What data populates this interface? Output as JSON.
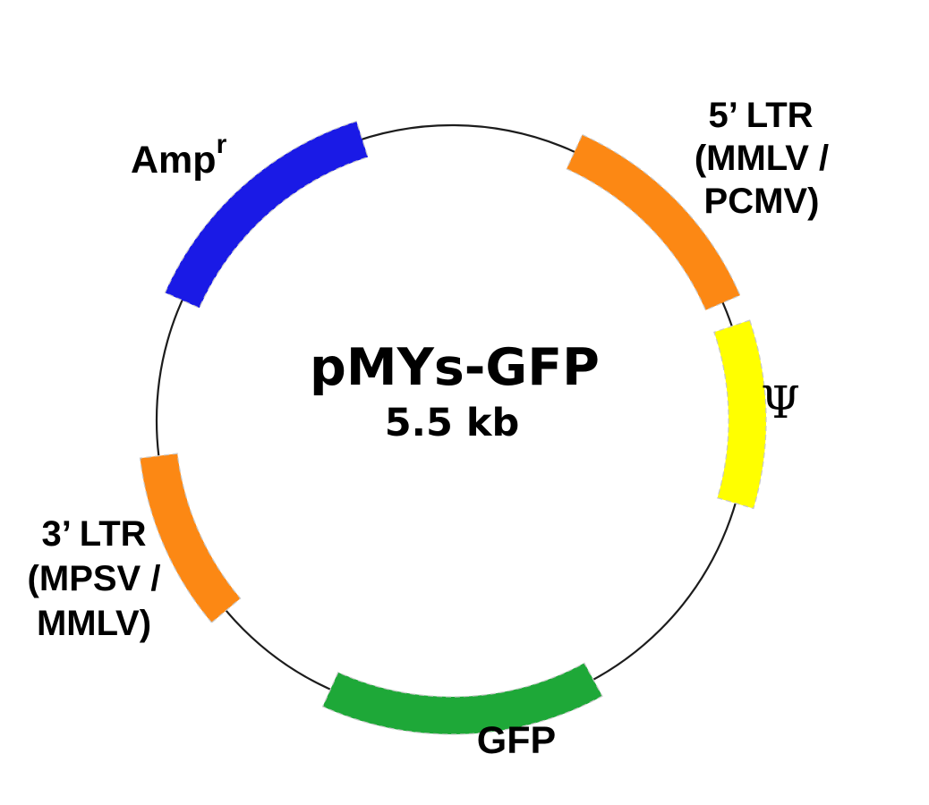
{
  "figure": {
    "title": "pMYs-GFP",
    "size": "5.5 kb"
  },
  "segments": [
    {
      "name": "5-ltr",
      "lines": [
        "5’ LTR",
        "(MMLV /",
        "PCMV)"
      ],
      "color": "#fc8814"
    },
    {
      "name": "psi-packaging-signal",
      "label": "Ψ",
      "color": "#ffff00"
    },
    {
      "name": "gfp",
      "label": "GFP",
      "color": "#1ea838"
    },
    {
      "name": "3-ltr",
      "lines": [
        "3’ LTR",
        "(MPSV /",
        "MMLV)"
      ],
      "color": "#fc8814"
    },
    {
      "name": "amp-resistance",
      "label": "Amp",
      "superscript": "r",
      "color": "#1a1ae6"
    }
  ],
  "colors": {
    "backbone": "#1c1c1c",
    "background": "#ffffff",
    "label_text": "#000000"
  }
}
